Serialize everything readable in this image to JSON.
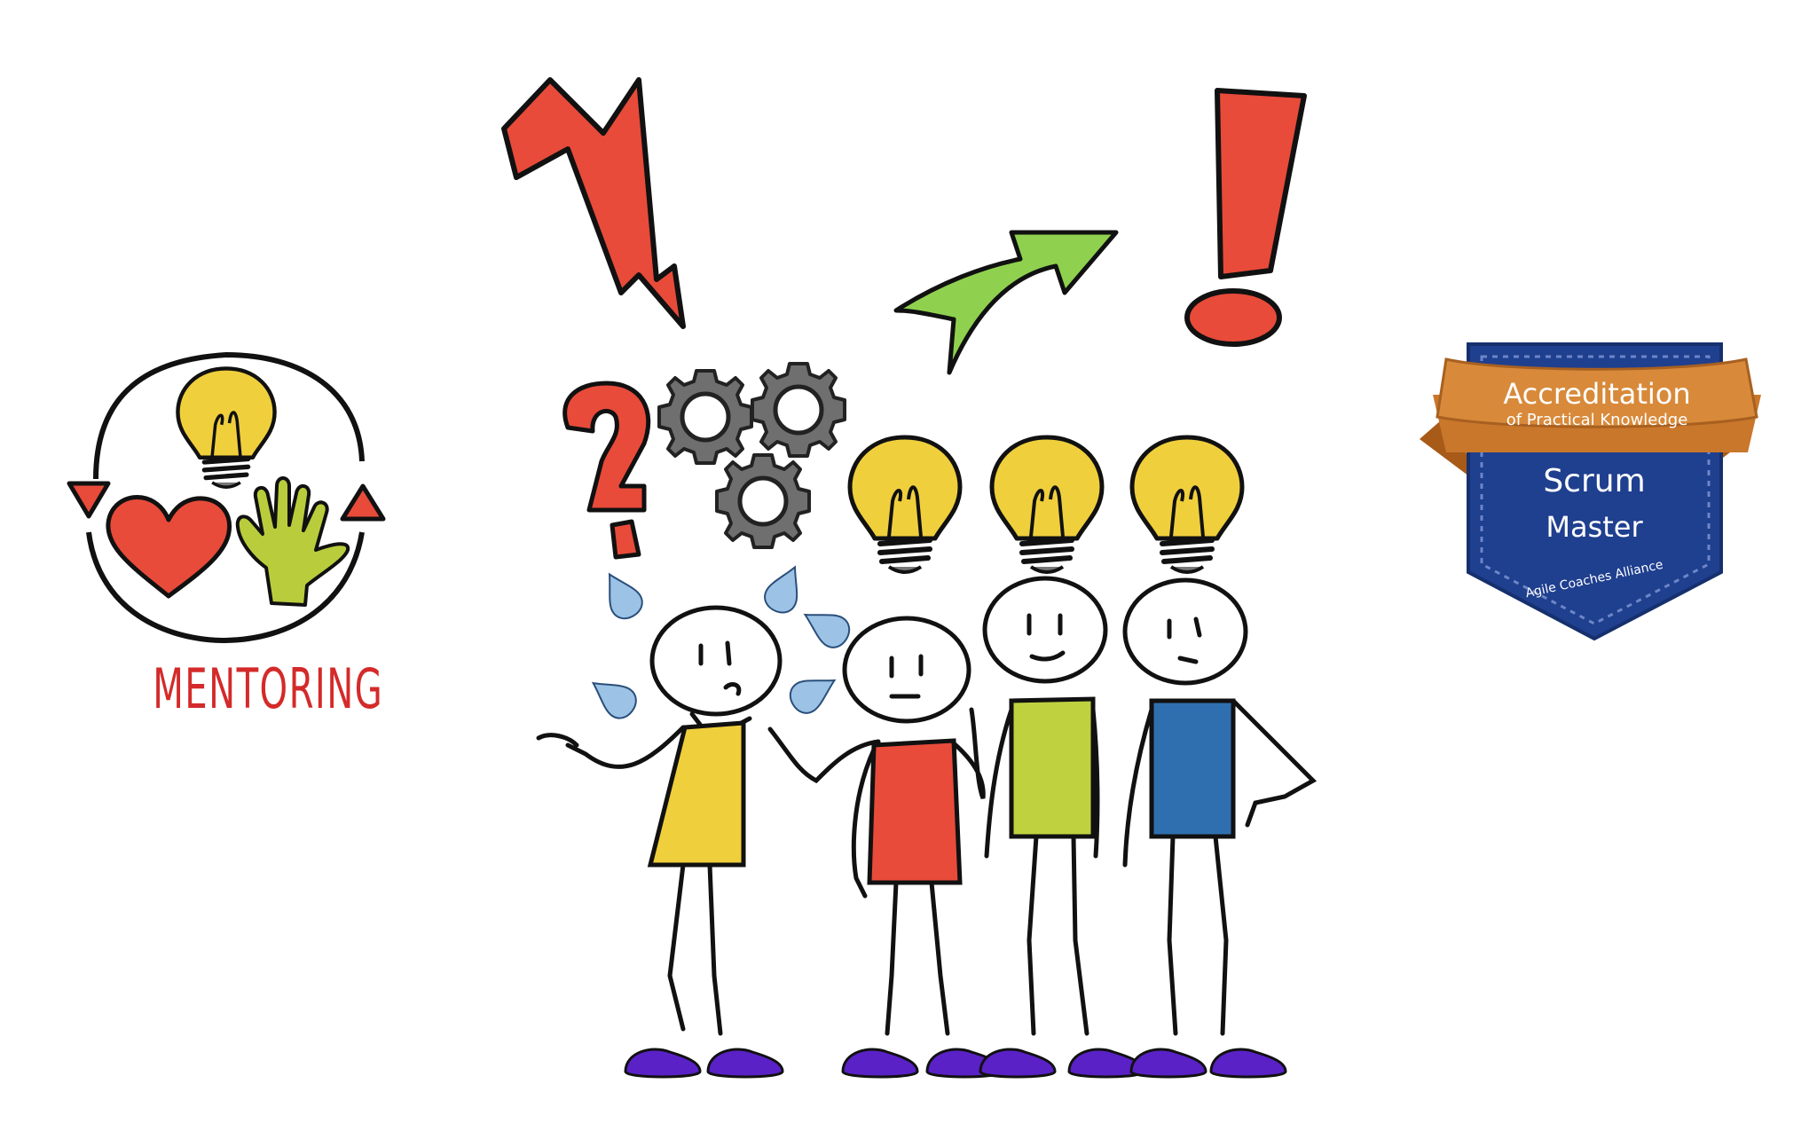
{
  "mentoring": {
    "label": "MENTORING"
  },
  "badge": {
    "ribbon_title": "Accreditation",
    "ribbon_subtitle": "of Practical Knowledge",
    "role_line1": "Scrum",
    "role_line2": "Master",
    "issuer": "Agile Coaches Alliance"
  },
  "colors": {
    "red": "#e84b3a",
    "yellow": "#f0cf3c",
    "green": "#bfd13f",
    "blue": "#2f6fb0",
    "purple": "#5a21c7",
    "badge_navy": "#1f3f8f",
    "badge_orange": "#c9772b",
    "arrow_green": "#8fd14f",
    "drop_blue": "#9cc3e6"
  }
}
